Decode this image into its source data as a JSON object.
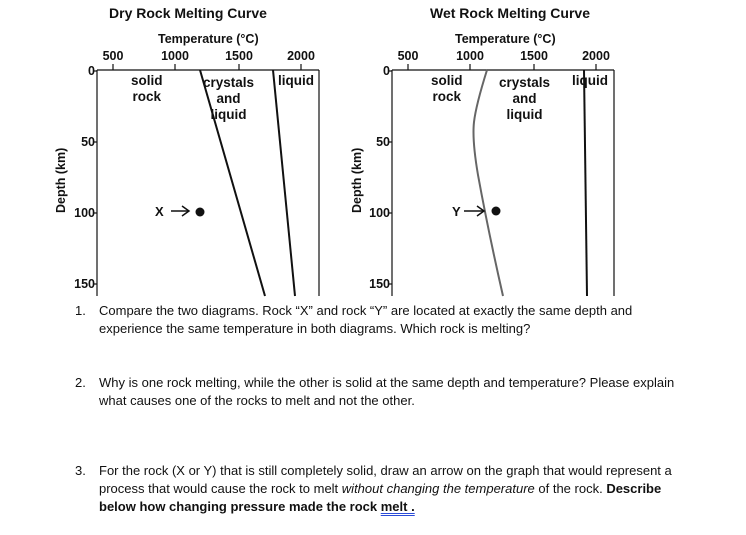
{
  "charts": {
    "dry": {
      "title": "Dry Rock Melting Curve",
      "x_label": "Temperature (°C)",
      "x_ticks": [
        "500",
        "1000",
        "1500",
        "2000"
      ],
      "y_label": "Depth (km)",
      "y_ticks": [
        "0",
        "50",
        "100",
        "150"
      ],
      "regions": {
        "solid": [
          "solid",
          "rock"
        ],
        "crystals": [
          "crystals",
          "and",
          "liquid"
        ],
        "liquid": [
          "liquid"
        ]
      },
      "point_label": "X"
    },
    "wet": {
      "title": "Wet Rock Melting Curve",
      "x_label": "Temperature (°C)",
      "x_ticks": [
        "500",
        "1000",
        "1500",
        "2000"
      ],
      "y_label": "Depth (km)",
      "y_ticks": [
        "0",
        "50",
        "100",
        "150"
      ],
      "regions": {
        "solid": [
          "solid",
          "rock"
        ],
        "crystals": [
          "crystals",
          "and",
          "liquid"
        ],
        "liquid": [
          "liquid"
        ]
      },
      "point_label": "Y"
    }
  },
  "questions": [
    {
      "num": "1.",
      "text": "Compare the two diagrams. Rock “X” and rock “Y” are located at exactly the same depth and experience the same temperature in both diagrams. Which rock is melting?"
    },
    {
      "num": "2.",
      "text": "Why is one rock melting, while the other is solid at the same depth and temperature? Please explain what causes one of the rocks to melt and not the other."
    },
    {
      "num": "3.",
      "part1": "For the rock (X or Y) that is still completely solid, draw an arrow on the graph that would represent a process that would cause the rock to melt ",
      "italic": "without changing the temperature",
      "part2": " of the rock. ",
      "bold": "Describe below how changing pressure made the rock ",
      "link": "melt ."
    }
  ]
}
